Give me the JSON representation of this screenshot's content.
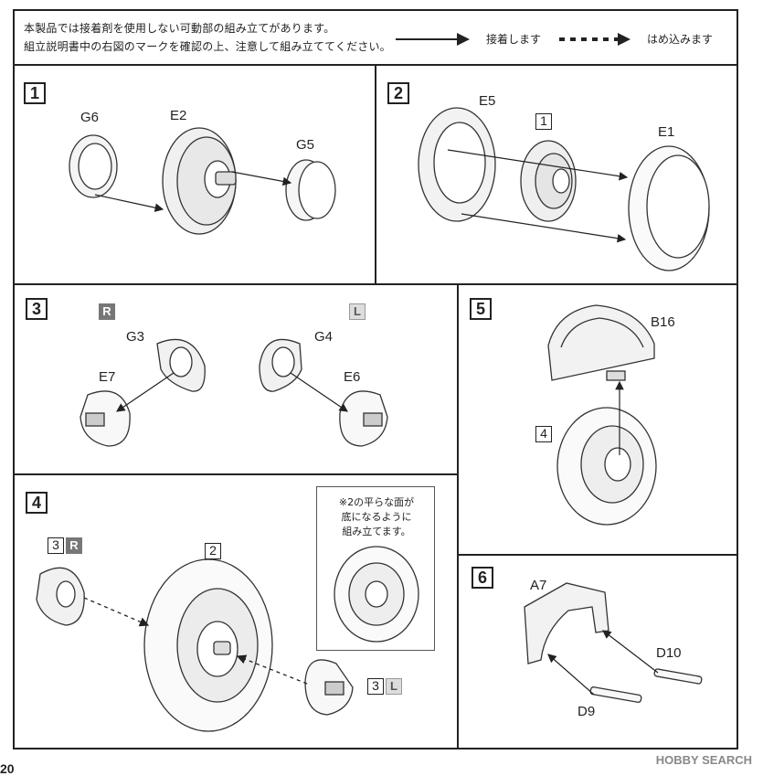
{
  "header": {
    "note_line1": "本製品では接着剤を使用しない可動部の組み立てがあります。",
    "note_line2": "組立説明書中の右図のマークを確認の上、注意して組み立ててください。",
    "legend_glue": "接着します",
    "legend_fit": "はめ込みます"
  },
  "steps": {
    "s1": {
      "num": "1",
      "parts": [
        "G6",
        "E2",
        "G5"
      ]
    },
    "s2": {
      "num": "2",
      "parts": [
        "E5",
        "1",
        "E1"
      ]
    },
    "s3": {
      "num": "3",
      "right": "R",
      "left": "L",
      "parts": [
        "G3",
        "E7",
        "G4",
        "E6"
      ]
    },
    "s4": {
      "num": "4",
      "parts": [
        "3",
        "R",
        "2",
        "3",
        "L"
      ],
      "inset_line1": "※2の平らな面が",
      "inset_line2": "底になるように",
      "inset_line3": "組み立てます。"
    },
    "s5": {
      "num": "5",
      "parts": [
        "B16",
        "4"
      ]
    },
    "s6": {
      "num": "6",
      "parts": [
        "A7",
        "D10",
        "D9"
      ]
    }
  },
  "footer": {
    "watermark": "HOBBY SEARCH",
    "page": "20"
  },
  "colors": {
    "line": "#222222",
    "r_badge": "#777777",
    "l_badge": "#dddddd"
  }
}
